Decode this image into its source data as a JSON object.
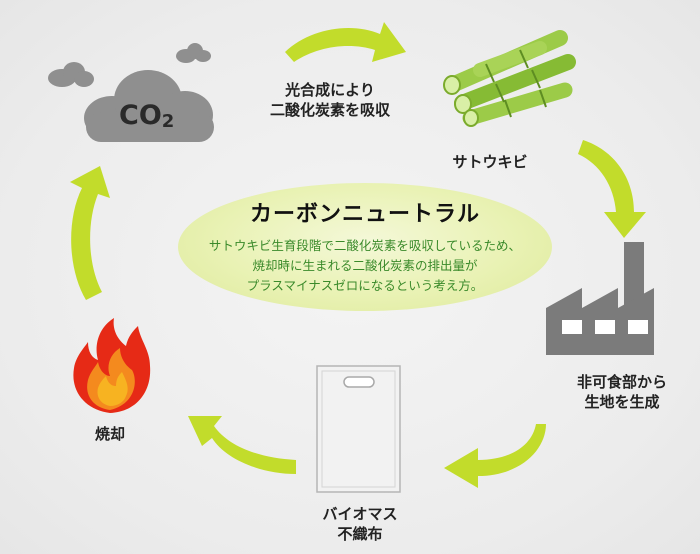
{
  "center": {
    "title": "カーボンニュートラル",
    "lines": [
      "サトウキビ生育段階で二酸化炭素を吸収しているため、",
      "焼却時に生まれる二酸化炭素の排出量が",
      "プラスマイナスゼロになるという考え方。"
    ]
  },
  "co2": {
    "label": "CO2",
    "sub": "2"
  },
  "steps": {
    "absorption": [
      "光合成により",
      "二酸化炭素を吸収"
    ],
    "sugarcane": "サトウキビ",
    "factory": [
      "非可食部から",
      "生地を生成"
    ],
    "bag": [
      "バイオマス",
      "不織布"
    ],
    "fire": "焼却"
  },
  "colors": {
    "arrow": "#c2dc2b",
    "cloud": "#8f8f8f",
    "factory": "#7b7b7b",
    "cane": "#8cc03c",
    "flame_outer": "#e62a16",
    "flame_inner": "#f7b321"
  }
}
